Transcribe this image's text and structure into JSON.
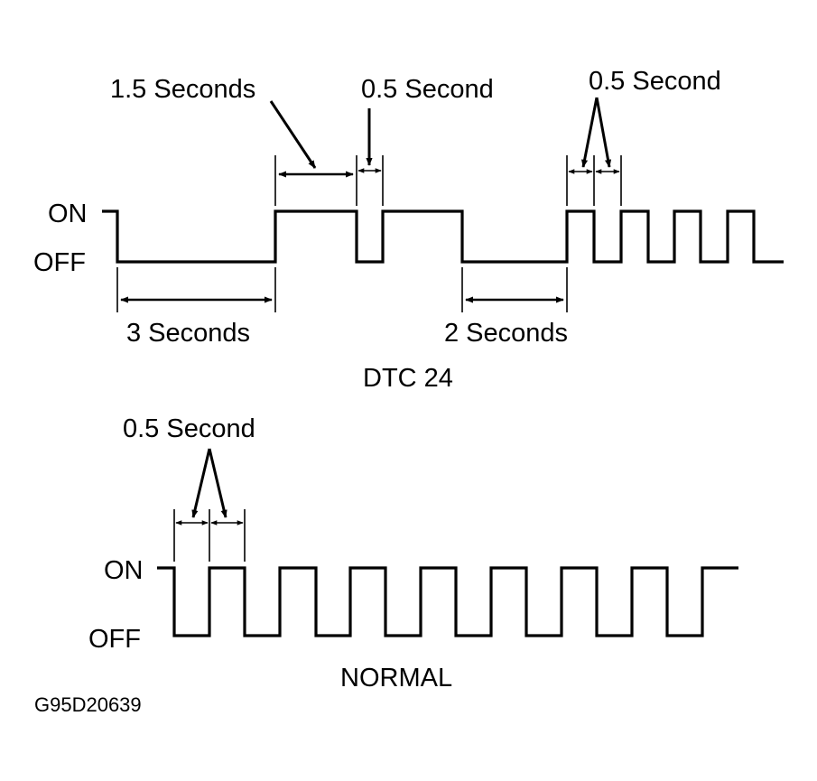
{
  "labels": {
    "dtc_1_5": "1.5 Seconds",
    "dtc_0_5_a": "0.5 Second",
    "dtc_0_5_b": "0.5 Second",
    "dtc_on": "ON",
    "dtc_off": "OFF",
    "dtc_3s": "3 Seconds",
    "dtc_2s": "2 Seconds",
    "dtc_title": "DTC 24",
    "normal_0_5": "0.5 Second",
    "normal_on": "ON",
    "normal_off": "OFF",
    "normal_title": "NORMAL",
    "figure_code": "G95D20639"
  }
}
